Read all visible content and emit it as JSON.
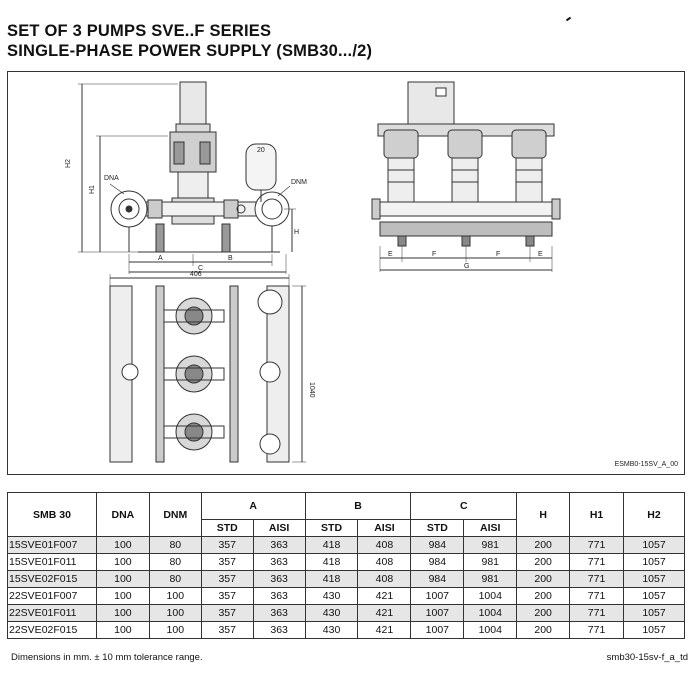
{
  "title_line1": "SET OF 3 PUMPS SVE..F SERIES",
  "title_line2": "SINGLE-PHASE POWER SUPPLY (SMB30.../2)",
  "drawing": {
    "code": "ESMB0-15SV_A_00",
    "labels": {
      "h2": "H2",
      "h1": "H1",
      "h": "H",
      "dna": "DNA",
      "dnm": "DNM",
      "a": "A",
      "b": "B",
      "c": "C",
      "e1": "E",
      "f1": "F",
      "f2": "F",
      "e2": "E",
      "g": "G",
      "w406": "406",
      "l1040": "1040",
      "tank": "20"
    }
  },
  "table": {
    "headers": {
      "model": "SMB 30",
      "dna": "DNA",
      "dnm": "DNM",
      "a": "A",
      "b": "B",
      "c": "C",
      "h": "H",
      "h1": "H1",
      "h2": "H2",
      "std": "STD",
      "aisi": "AISI"
    },
    "rows": [
      [
        "15SVE01F007",
        "100",
        "80",
        "357",
        "363",
        "418",
        "408",
        "984",
        "981",
        "200",
        "771",
        "1057"
      ],
      [
        "15SVE01F011",
        "100",
        "80",
        "357",
        "363",
        "418",
        "408",
        "984",
        "981",
        "200",
        "771",
        "1057"
      ],
      [
        "15SVE02F015",
        "100",
        "80",
        "357",
        "363",
        "418",
        "408",
        "984",
        "981",
        "200",
        "771",
        "1057"
      ],
      [
        "22SVE01F007",
        "100",
        "100",
        "357",
        "363",
        "430",
        "421",
        "1007",
        "1004",
        "200",
        "771",
        "1057"
      ],
      [
        "22SVE01F011",
        "100",
        "100",
        "357",
        "363",
        "430",
        "421",
        "1007",
        "1004",
        "200",
        "771",
        "1057"
      ],
      [
        "22SVE02F015",
        "100",
        "100",
        "357",
        "363",
        "430",
        "421",
        "1007",
        "1004",
        "200",
        "771",
        "1057"
      ]
    ]
  },
  "footnote": "Dimensions in mm. ± 10 mm tolerance range.",
  "doc_ref": "smb30-15sv-f_a_td"
}
